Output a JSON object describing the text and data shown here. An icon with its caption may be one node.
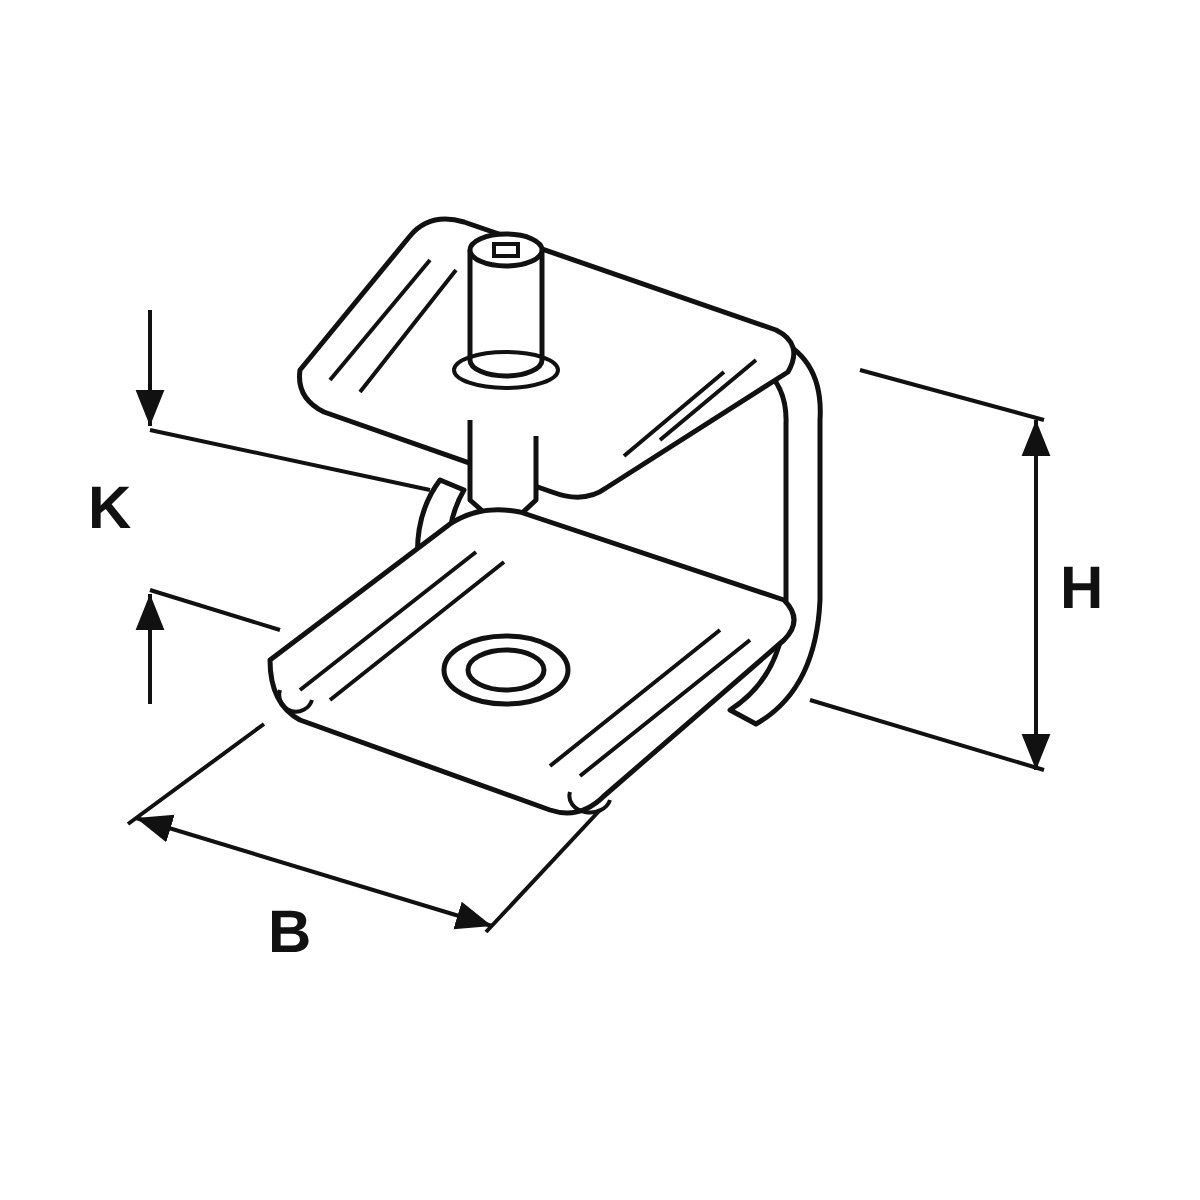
{
  "diagram": {
    "labels": [
      "K",
      "H",
      "B"
    ]
  }
}
